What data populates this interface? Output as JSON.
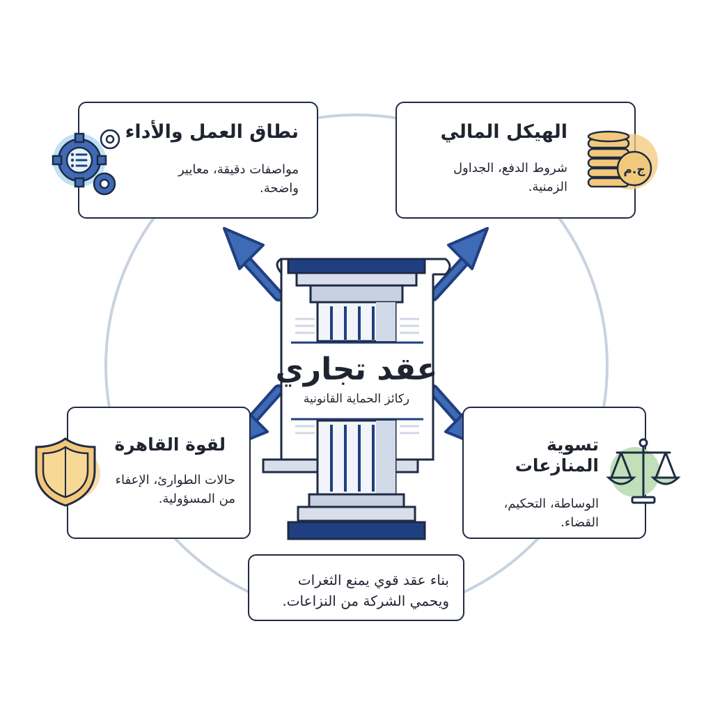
{
  "center": {
    "title": "عقد تجاري",
    "subtitle": "ركائز الحماية القانونية"
  },
  "cards": {
    "scope": {
      "title": "نطاق العمل والأداء",
      "desc": "مواصفات دقيقة، معايير واضحة.",
      "icon": "gears-checklist-icon"
    },
    "financial": {
      "title": "الهيكل المالي",
      "desc": "شروط الدفع، الجداول الزمنية.",
      "icon": "coins-icon",
      "coin_label": "ج.م"
    },
    "force_majeure": {
      "title": "لقوة القاهرة",
      "desc": "حالات الطوارئ، الإعفاء من المسؤولية.",
      "icon": "shield-icon"
    },
    "disputes": {
      "title": "تسوية المنازعات",
      "desc": "الوساطة، التحكيم، القضاء.",
      "icon": "scales-icon"
    },
    "summary": {
      "desc": "بناء عقد قوي يمنع الثغرات ويحمي الشركة من النزاعات."
    }
  },
  "colors": {
    "navy": "#1f3f80",
    "outline": "#1f2a44",
    "circle": "#c8d2e0",
    "gold": "#f2c97a",
    "light_blue": "#bfe0f7",
    "green": "#bfe0b8"
  }
}
